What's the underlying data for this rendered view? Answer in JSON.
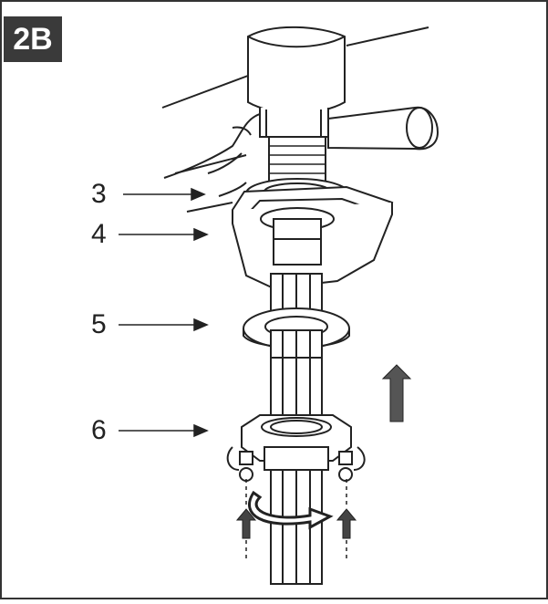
{
  "figure": {
    "step_badge": "2B",
    "callouts": [
      {
        "id": "3",
        "label": "3"
      },
      {
        "id": "4",
        "label": "4"
      },
      {
        "id": "5",
        "label": "5"
      },
      {
        "id": "6",
        "label": "6"
      }
    ]
  },
  "colors": {
    "badge_bg": "#3a3a3a",
    "line": "#222222",
    "background": "#ffffff"
  }
}
